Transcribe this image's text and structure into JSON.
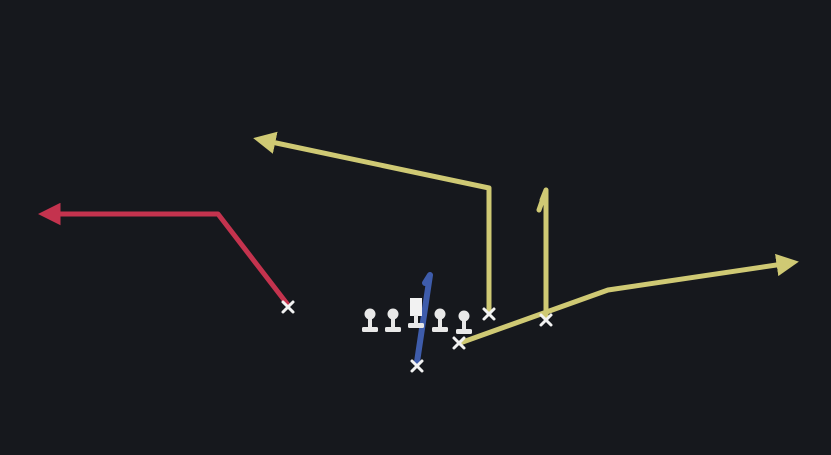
{
  "play_diagram": {
    "background": "#16181d",
    "route_colors": {
      "red": "#c4334e",
      "yellow": "#cfc974",
      "blue": "#3e5cab"
    },
    "player_marker": "x-mark",
    "lineman_marker": "lineman-icon",
    "center_marker": "center-icon",
    "marker_color": "#f2f2f2",
    "players": [
      {
        "id": "wr-left",
        "route": "red",
        "route_shape": "slant-then-out-left"
      },
      {
        "id": "slot-right",
        "route": "yellow",
        "route_shape": "vertical-then-post-left"
      },
      {
        "id": "wr-right",
        "route": "yellow",
        "route_shape": "vertical-stop"
      },
      {
        "id": "rb",
        "route": "yellow",
        "route_shape": "flat-then-wheel-right"
      },
      {
        "id": "qb",
        "route": "blue",
        "route_shape": "dropback"
      }
    ],
    "offensive_line_count": 5
  }
}
